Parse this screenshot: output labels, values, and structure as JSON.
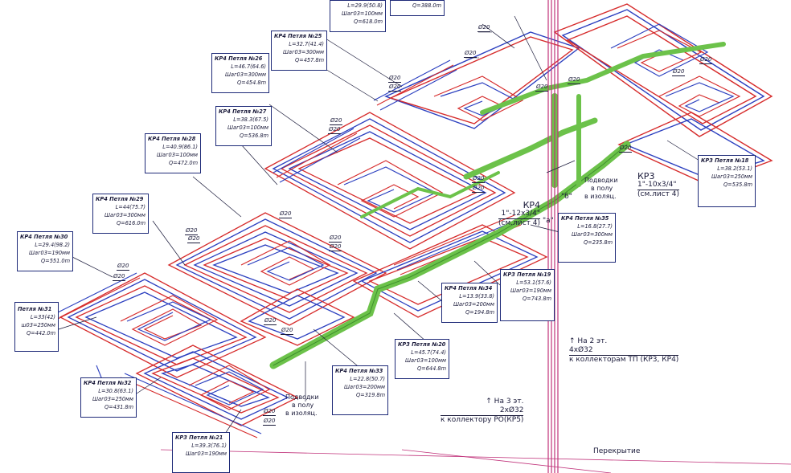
{
  "colors": {
    "supply": "#d62b2b",
    "return": "#2b3fbf",
    "feeders": "#6cc24a",
    "riser": "#c0327a",
    "text": "#1a1a3a"
  },
  "loops": [
    {
      "id": "top-partial",
      "title": "",
      "lines": [
        "L=29.9(50.8)",
        "Шаг03=100мм",
        "Q=618.0m"
      ]
    },
    {
      "id": "top-partial-2",
      "title": "",
      "lines": [
        "Q=388.0m"
      ]
    },
    {
      "id": "kp4-25",
      "title": "КР4 Петля №25",
      "lines": [
        "L=32.7(41.4)",
        "Шаг03=300мм",
        "Q=457.8m"
      ]
    },
    {
      "id": "kp4-26",
      "title": "КР4 Петля №26",
      "lines": [
        "L=46.7(64.6)",
        "Шаг03=300мм",
        "Q=454.8m"
      ]
    },
    {
      "id": "kp4-27",
      "title": "КР4 Петля №27",
      "lines": [
        "L=38.3(67.5)",
        "Шаг03=100мм",
        "Q=536.8m"
      ]
    },
    {
      "id": "kp4-28",
      "title": "КР4 Петля №28",
      "lines": [
        "L=40.9(86.1)",
        "Шаг03=100мм",
        "Q=472.0m"
      ]
    },
    {
      "id": "kp4-29",
      "title": "КР4 Петля №29",
      "lines": [
        "L=44(75.7)",
        "Шаг03=300мм",
        "Q=616.0m"
      ]
    },
    {
      "id": "kp4-30",
      "title": "КР4 Петля №30",
      "lines": [
        "L=29.4(98.2)",
        "Шаг03=190мм",
        "Q=551.0m"
      ]
    },
    {
      "id": "kp4-31",
      "title": "Петля №31",
      "lines": [
        "L=33(42)",
        "ш03=250мм",
        "Q=442.0m"
      ]
    },
    {
      "id": "kp4-32",
      "title": "КР4 Петля №32",
      "lines": [
        "L=30.8(63.1)",
        "Шаг03=250мм",
        "Q=431.8m"
      ]
    },
    {
      "id": "kp3-21",
      "title": "КР3 Петля №21",
      "lines": [
        "L=39.3(76.1)",
        "Шаг03=190мм"
      ]
    },
    {
      "id": "kp4-33",
      "title": "КР4 Петля №33",
      "lines": [
        "L=22.8(50.7)",
        "Шаг03=200мм",
        "Q=319.8m"
      ]
    },
    {
      "id": "kp3-20",
      "title": "КР3 Петля №20",
      "lines": [
        "L=45.7(74.4)",
        "Шаг03=100мм",
        "Q=644.8m"
      ]
    },
    {
      "id": "kp4-34",
      "title": "КР4 Петля №34",
      "lines": [
        "L=13.9(33.8)",
        "Шаг03=200мм",
        "Q=194.8m"
      ]
    },
    {
      "id": "kp3-19",
      "title": "КР3 Петля №19",
      "lines": [
        "L=53.1(57.6)",
        "Шаг03=190мм",
        "Q=743.8m"
      ]
    },
    {
      "id": "kp4-35",
      "title": "КР4 Петля №35",
      "lines": [
        "L=16.8(27.7)",
        "Шаг03=300мм",
        "Q=235.8m"
      ]
    },
    {
      "id": "kp3-18",
      "title": "КР3 Петля №18",
      "lines": [
        "L=38.2(53.1)",
        "Шаг03=250мм",
        "Q=535.8m"
      ]
    }
  ],
  "pipe_tags": {
    "label": "Ø20"
  },
  "notes": {
    "kp3": {
      "name": "КР3",
      "size": "1\"-10х3/4\"",
      "ref": "(см.лист 4)"
    },
    "kp4": {
      "name": "КР4",
      "size": "1\"-12х3/4\"",
      "ref": "(см.лист 4)"
    },
    "a_mark": "\"а\"",
    "b_mark": "\"б\"",
    "feed_right": [
      "Подводки",
      "в полу",
      "в изоляц."
    ],
    "feed_bottom": [
      "Подводки",
      "в полу",
      "в изоляц."
    ],
    "up2": {
      "title": "На 2 эт.",
      "size": "4хØ32",
      "dest": "к коллекторам ТП (КР3, КР4)"
    },
    "up3": {
      "title": "На 3 эт.",
      "size": "2хØ32",
      "dest": "к коллектору РО(КР5)"
    },
    "slab": "Перекрытие"
  }
}
